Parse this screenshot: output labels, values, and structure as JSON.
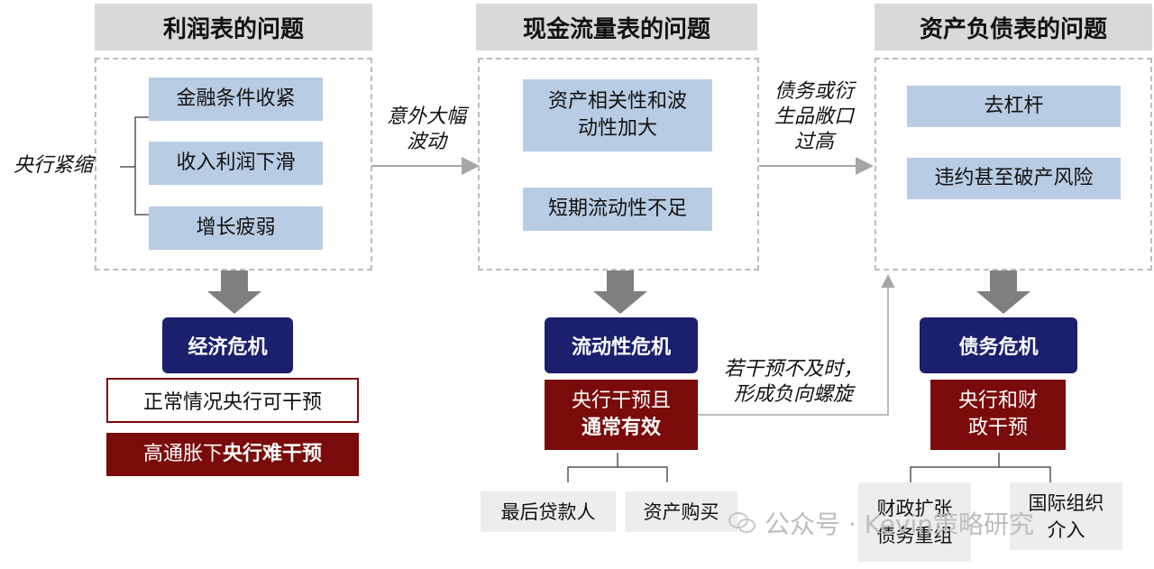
{
  "headers": {
    "income": "利润表的问题",
    "cashflow": "现金流量表的问题",
    "balance": "资产负债表的问题"
  },
  "income_items": [
    "金融条件收紧",
    "收入利润下滑",
    "增长疲弱"
  ],
  "cashflow_items": {
    "item1_line1": "资产相关性和波",
    "item1_line2": "动性加大",
    "item2": "短期流动性不足"
  },
  "balance_items": [
    "去杠杆",
    "违约甚至破产风险"
  ],
  "labels": {
    "central_bank_tightening": "央行紧缩",
    "unexpected_line1": "意外大幅",
    "unexpected_line2": "波动",
    "debt_line1": "债务或衍",
    "debt_line2": "生品敞口",
    "debt_line3": "过高",
    "spiral_line1": "若干预不及时，",
    "spiral_line2": "形成负向螺旋"
  },
  "crises": {
    "economic": "经济危机",
    "liquidity": "流动性危机",
    "debt": "债务危机"
  },
  "economic_notes": {
    "normal": "正常情况央行可干预",
    "high_inflation_prefix": "高通胀下",
    "high_inflation_bold": "央行难干预"
  },
  "liquidity_response": {
    "line1": "央行干预且",
    "line2": "通常有效"
  },
  "liquidity_tools": [
    "最后贷款人",
    "资产购买"
  ],
  "debt_response": {
    "line1": "央行和财",
    "line2": "政干预"
  },
  "debt_tools": {
    "fiscal_line1": "财政扩张",
    "fiscal_line2": "债务重组",
    "intl_line1": "国际组织",
    "intl_line2": "介入"
  },
  "watermark": "公众号 · Kevin策略研究",
  "colors": {
    "header_bg": "#d9d9d9",
    "blue_box": "#b8cce4",
    "navy": "#1a1f6e",
    "maroon": "#7b0a0a",
    "arrow_grey": "#7f7f7f"
  }
}
